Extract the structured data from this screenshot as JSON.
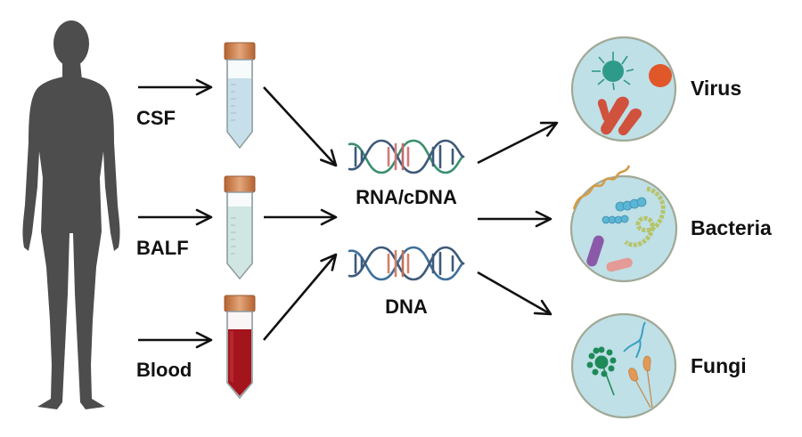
{
  "diagram": {
    "title": "Metagenomic pathogen detection workflow",
    "subject": {
      "icon": "human-silhouette-icon",
      "color": "#4d4d4d"
    },
    "samples": [
      {
        "label": "CSF",
        "icon": "sample-tube-icon",
        "liquid_color": "#c6dfea",
        "cap_color": "#c8733f"
      },
      {
        "label": "BALF",
        "icon": "sample-tube-icon",
        "liquid_color": "#cfe6e2",
        "cap_color": "#c8733f"
      },
      {
        "label": "Blood",
        "icon": "sample-tube-icon",
        "liquid_color": "#a3141c",
        "cap_color": "#c8733f"
      }
    ],
    "nucleic_acids": [
      {
        "label": "RNA/cDNA",
        "icon": "double-helix-icon",
        "strand_a": "#3a8f6e",
        "strand_b": "#3e5a7a",
        "center_rungs": "#d07a7a"
      },
      {
        "label": "DNA",
        "icon": "double-helix-icon",
        "strand_a": "#3e6f9a",
        "strand_b": "#3e5a7a",
        "center_rungs": "#d4806a"
      }
    ],
    "organisms": [
      {
        "label": "Virus",
        "icon": "virus-dish-icon",
        "dish_color": "#bfe0e6"
      },
      {
        "label": "Bacteria",
        "icon": "bacteria-dish-icon",
        "dish_color": "#bfe0e6"
      },
      {
        "label": "Fungi",
        "icon": "fungi-dish-icon",
        "dish_color": "#bfe0e6"
      }
    ],
    "arrow_color": "#111111"
  }
}
